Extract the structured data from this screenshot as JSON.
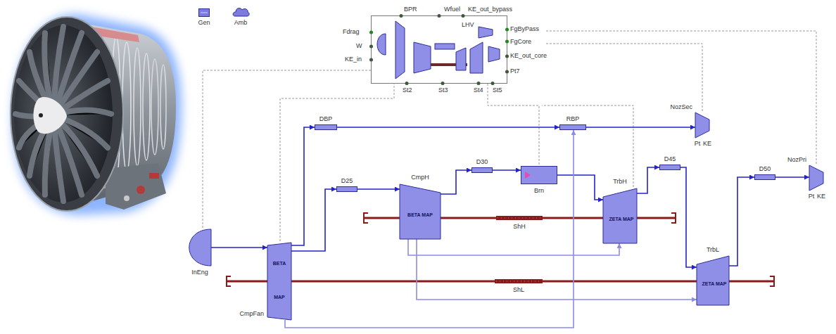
{
  "diagram": {
    "nodes": [
      {
        "text": [
          "Gen"
        ]
      },
      {
        "text": [
          "Amb"
        ]
      },
      {
        "text": [
          "InEng"
        ]
      },
      {
        "text": [
          "CmpFan",
          "BETA",
          "MAP"
        ]
      },
      {
        "text": [
          "DBP"
        ]
      },
      {
        "text": [
          "D25"
        ]
      },
      {
        "text": [
          "CmpH",
          "BETA MAP"
        ]
      },
      {
        "text": [
          "D30"
        ]
      },
      {
        "text": [
          "Brn"
        ]
      },
      {
        "text": [
          "ShH"
        ]
      },
      {
        "text": [
          "RBP"
        ]
      },
      {
        "text": [
          "TrbH",
          "ZETA MAP"
        ]
      },
      {
        "text": [
          "D45"
        ]
      },
      {
        "text": [
          "NozSec",
          "Pt",
          "KE"
        ]
      },
      {
        "text": [
          "D50"
        ]
      },
      {
        "text": [
          "NozPri",
          "Pt",
          "KE"
        ]
      },
      {
        "text": [
          "TrbL",
          "ZETA MAP"
        ]
      },
      {
        "text": [
          "ShL"
        ]
      }
    ],
    "edges": [
      {
        "from": 2,
        "to": 3,
        "arrow": "to"
      },
      {
        "from": 3,
        "to": 4,
        "arrow": "to"
      },
      {
        "from": 3,
        "to": 5,
        "arrow": "to"
      },
      {
        "from": 5,
        "to": 6,
        "arrow": "to"
      },
      {
        "from": 6,
        "to": 7,
        "arrow": "to"
      },
      {
        "from": 7,
        "to": 8,
        "arrow": "to"
      },
      {
        "from": 8,
        "to": 11,
        "arrow": "to"
      },
      {
        "from": 11,
        "to": 12,
        "arrow": "to"
      },
      {
        "from": 12,
        "to": 16,
        "arrow": "to"
      },
      {
        "from": 16,
        "to": 14,
        "arrow": "to"
      },
      {
        "from": 14,
        "to": 15,
        "arrow": "to"
      },
      {
        "from": 4,
        "to": 10,
        "arrow": "to"
      },
      {
        "from": 10,
        "to": 13,
        "arrow": "to"
      },
      {
        "from": 6,
        "to": 9,
        "arrow": "none"
      },
      {
        "from": 9,
        "to": 11,
        "arrow": "none"
      },
      {
        "from": 3,
        "to": 17,
        "arrow": "none"
      },
      {
        "from": 17,
        "to": 16,
        "arrow": "none"
      },
      {
        "from": 3,
        "to": 10,
        "arrow": "to"
      },
      {
        "from": 6,
        "to": 11,
        "arrow": "to"
      },
      {
        "from": 6,
        "to": 16,
        "arrow": "to"
      }
    ],
    "labels": [
      "BPR",
      "Wfuel",
      "KE_out_bypass",
      "LHV",
      "FgByPass",
      "Fdrag",
      "W",
      "FgCore",
      "KE_in",
      "KE_out_core",
      "Pt7",
      "St2",
      "St3",
      "St4",
      "St5"
    ]
  }
}
